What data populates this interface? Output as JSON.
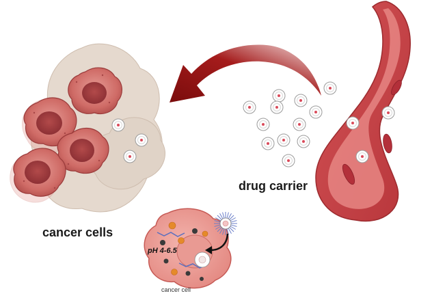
{
  "labels": {
    "drug_carrier": "drug carrier",
    "cancer_cells": "cancer cells",
    "cancer_cell": "cancer cell",
    "ph_range": "pH 4-6.5"
  },
  "colors": {
    "vessel_outer": "#c63c3f",
    "vessel_inner": "#e07a78",
    "arrow": "#8e1212",
    "cancer_cell": "#c9625f",
    "tissue": "#d9c9bb",
    "carrier_ring": "#c8c8c8",
    "carrier_core": "#d94a5a"
  },
  "icons": {
    "arrow": "curved-arrow-icon",
    "carrier": "nanoparticle-icon",
    "micelle": "micelle-icon"
  }
}
